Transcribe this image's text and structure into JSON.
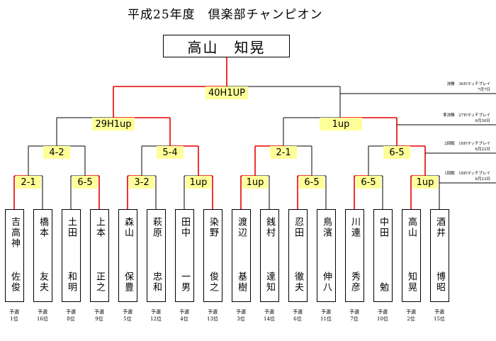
{
  "title": "平成25年度　倶楽部チャンピオン",
  "champion": "高山　知晃",
  "final_score": "40H1UP",
  "semi_scores": [
    "29H1up",
    "1up"
  ],
  "quarter_scores": [
    "4-2",
    "5-4",
    "2-1",
    "6-5"
  ],
  "first_scores": [
    "2-1",
    "6-5",
    "3-2",
    "1up",
    "1up",
    "6-5",
    "6-5",
    "1up"
  ],
  "players": [
    {
      "family": "吉高神",
      "given": "佐俊",
      "qual_word": "予選",
      "rank": "1位"
    },
    {
      "family": "橋本",
      "given": "友夫",
      "qual_word": "予選",
      "rank": "16位"
    },
    {
      "family": "土田",
      "given": "和明",
      "qual_word": "予選",
      "rank": "8位"
    },
    {
      "family": "上本",
      "given": "正之",
      "qual_word": "予選",
      "rank": "9位"
    },
    {
      "family": "森山",
      "given": "保豊",
      "qual_word": "予選",
      "rank": "5位"
    },
    {
      "family": "萩原",
      "given": "忠和",
      "qual_word": "予選",
      "rank": "12位"
    },
    {
      "family": "田中",
      "given": "一男",
      "qual_word": "予選",
      "rank": "4位"
    },
    {
      "family": "染野",
      "given": "俊之",
      "qual_word": "予選",
      "rank": "13位"
    },
    {
      "family": "渡辺",
      "given": "基樹",
      "qual_word": "予選",
      "rank": "3位"
    },
    {
      "family": "銭村",
      "given": "達知",
      "qual_word": "予選",
      "rank": "14位"
    },
    {
      "family": "忍田",
      "given": "徹夫",
      "qual_word": "予選",
      "rank": "6位"
    },
    {
      "family": "鳥濱",
      "given": "伸八",
      "qual_word": "予選",
      "rank": "11位"
    },
    {
      "family": "川連",
      "given": "秀彦",
      "qual_word": "予選",
      "rank": "7位"
    },
    {
      "family": "中田",
      "given": "勉",
      "qual_word": "予選",
      "rank": "10位"
    },
    {
      "family": "高山",
      "given": "知晃",
      "qual_word": "予選",
      "rank": "2位"
    },
    {
      "family": "酒井",
      "given": "博昭",
      "qual_word": "予選",
      "rank": "15位"
    }
  ],
  "round_info": [
    {
      "round": "決勝",
      "format": "36Hマッチプレイ",
      "date": "7月7日"
    },
    {
      "round": "準決勝",
      "format": "27Hマッチプレイ",
      "date": "6月30日"
    },
    {
      "round": "2回戦",
      "format": "18Hマッチプレイ",
      "date": "6月22日"
    },
    {
      "round": "1回戦",
      "format": "18Hマッチプレイ",
      "date": "6月23日"
    }
  ],
  "colors": {
    "win_line": "#e60000",
    "lose_line": "#000000",
    "score_fill": "#ffff99"
  }
}
